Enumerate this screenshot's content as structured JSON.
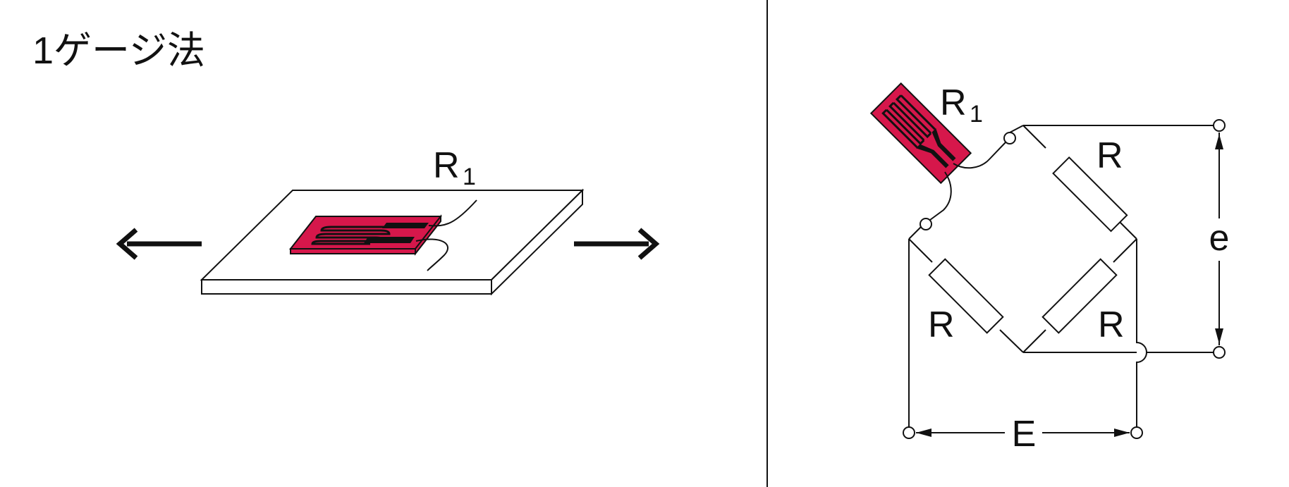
{
  "title": "1ゲージ法",
  "left": {
    "gauge_label": {
      "main": "R",
      "sub": "1"
    }
  },
  "bridge": {
    "gauge_label": {
      "main": "R",
      "sub": "1"
    },
    "resistor_top_right": "R",
    "resistor_bottom_left": "R",
    "resistor_bottom_right": "R",
    "output_label": "e",
    "excitation_label": "E"
  },
  "colors": {
    "gauge": "#d6174b",
    "line": "#111111",
    "background": "#ffffff"
  }
}
